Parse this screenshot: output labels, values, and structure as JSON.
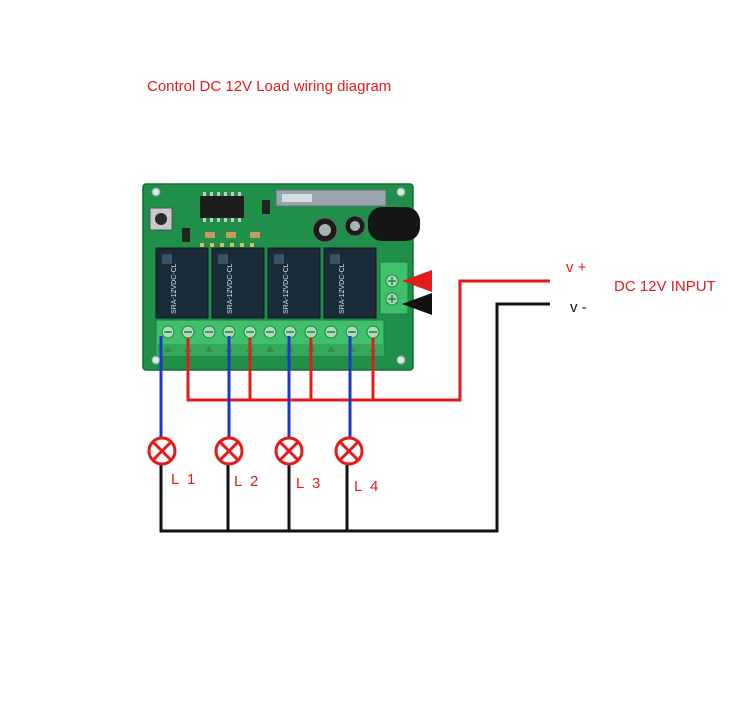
{
  "title": "Control DC 12V Load wiring diagram",
  "input": {
    "plus_label": "v +",
    "minus_label": "v -",
    "label": "DC 12V INPUT"
  },
  "relays": [
    {
      "model": "SRA-12VDC-CL"
    },
    {
      "model": "SRA-12VDC-CL"
    },
    {
      "model": "SRA-12VDC-CL"
    },
    {
      "model": "SRA-12VDC-CL"
    }
  ],
  "lamps": [
    {
      "label": "L 1"
    },
    {
      "label": "L 2"
    },
    {
      "label": "L 3"
    },
    {
      "label": "L 4"
    }
  ],
  "colors": {
    "positive_wire": "#e31b1b",
    "negative_wire": "#111111",
    "load_wire": "#1d37c9",
    "board": "#1f8f4a",
    "relay": "#1b2b3a",
    "terminal": "#3fc06a",
    "lamp": "#e31b1b"
  }
}
